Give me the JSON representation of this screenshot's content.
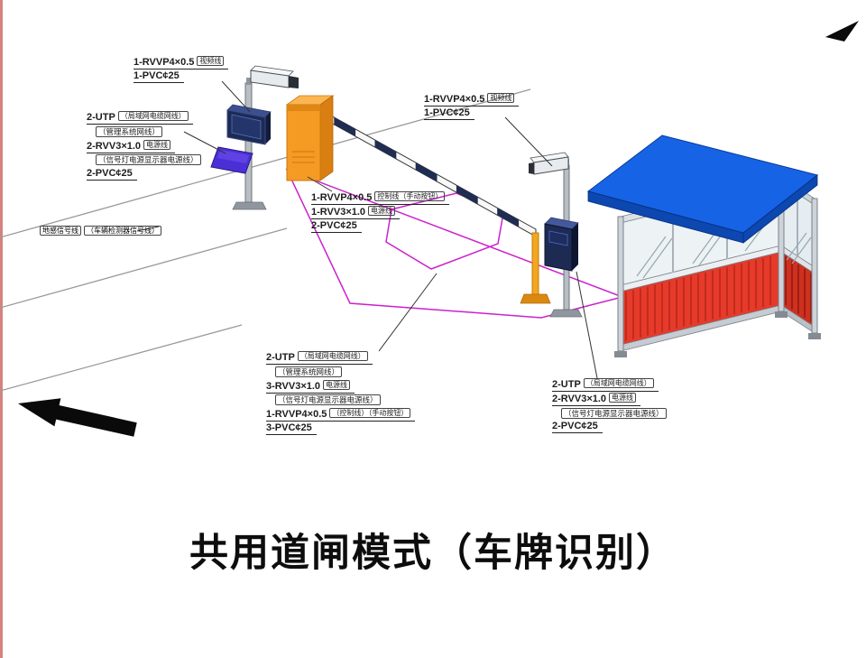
{
  "title": "共用道闸模式（车牌识别）",
  "labels": {
    "cam1": {
      "l1": "1-RVVP4×0.5",
      "l1b": "视频线",
      "l2": "1-PVC¢25"
    },
    "led1": {
      "l1": "2-UTP",
      "l1b": "（局域网电缆网线）",
      "l2": "（管理系统网线）",
      "l3": "2-RVV3×1.0",
      "l3b": "电源线",
      "l4": "（信号灯电源显示器电源线）",
      "l5": "2-PVC¢25"
    },
    "barrier": {
      "l1": "1-RVVP4×0.5",
      "l1b": "控制线（手动按钮）",
      "l2": "1-RVV3×1.0",
      "l2b": "电源线",
      "l3": "2-PVC¢25"
    },
    "cam2": {
      "l1": "1-RVVP4×0.5",
      "l1b": "视频线",
      "l2": "1-PVC¢25"
    },
    "loop": {
      "l1": "2-UTP",
      "l1b": "（局域网电缆网线）",
      "l2": "（管理系统网线）",
      "l3": "3-RVV3×1.0",
      "l3b": "电源线",
      "l4": "（信号灯电源显示器电源线）",
      "l5": "1-RVVP4×0.5",
      "l5b": "（控制线）（手动按钮）",
      "l6": "3-PVC¢25"
    },
    "booth": {
      "l1": "2-UTP",
      "l1b": "（局域网电缆网线）",
      "l2": "2-RVV3×1.0",
      "l2b": "电源线",
      "l3": "（信号灯电源显示器电源线）",
      "l4": "2-PVC¢25"
    },
    "ground": {
      "a": "地感信号线",
      "b": "（车辆检测器信号线）"
    }
  },
  "colors": {
    "roof": "#1663e6",
    "roof_edge": "#0d47b0",
    "panel_red": "#e63a2a",
    "panel_red_side": "#d0301f",
    "cabinet_orange": "#f59a23",
    "cabinet_side": "#d97f12",
    "cabinet_top": "#fbb653",
    "arm_stripe": "#1f2d52",
    "loop_magenta": "#cc22cc",
    "flood_violet": "#4b2fd6",
    "display_navy": "#1d2b52",
    "post_yellow": "#f2a71f",
    "glass": "#edf2f4"
  }
}
